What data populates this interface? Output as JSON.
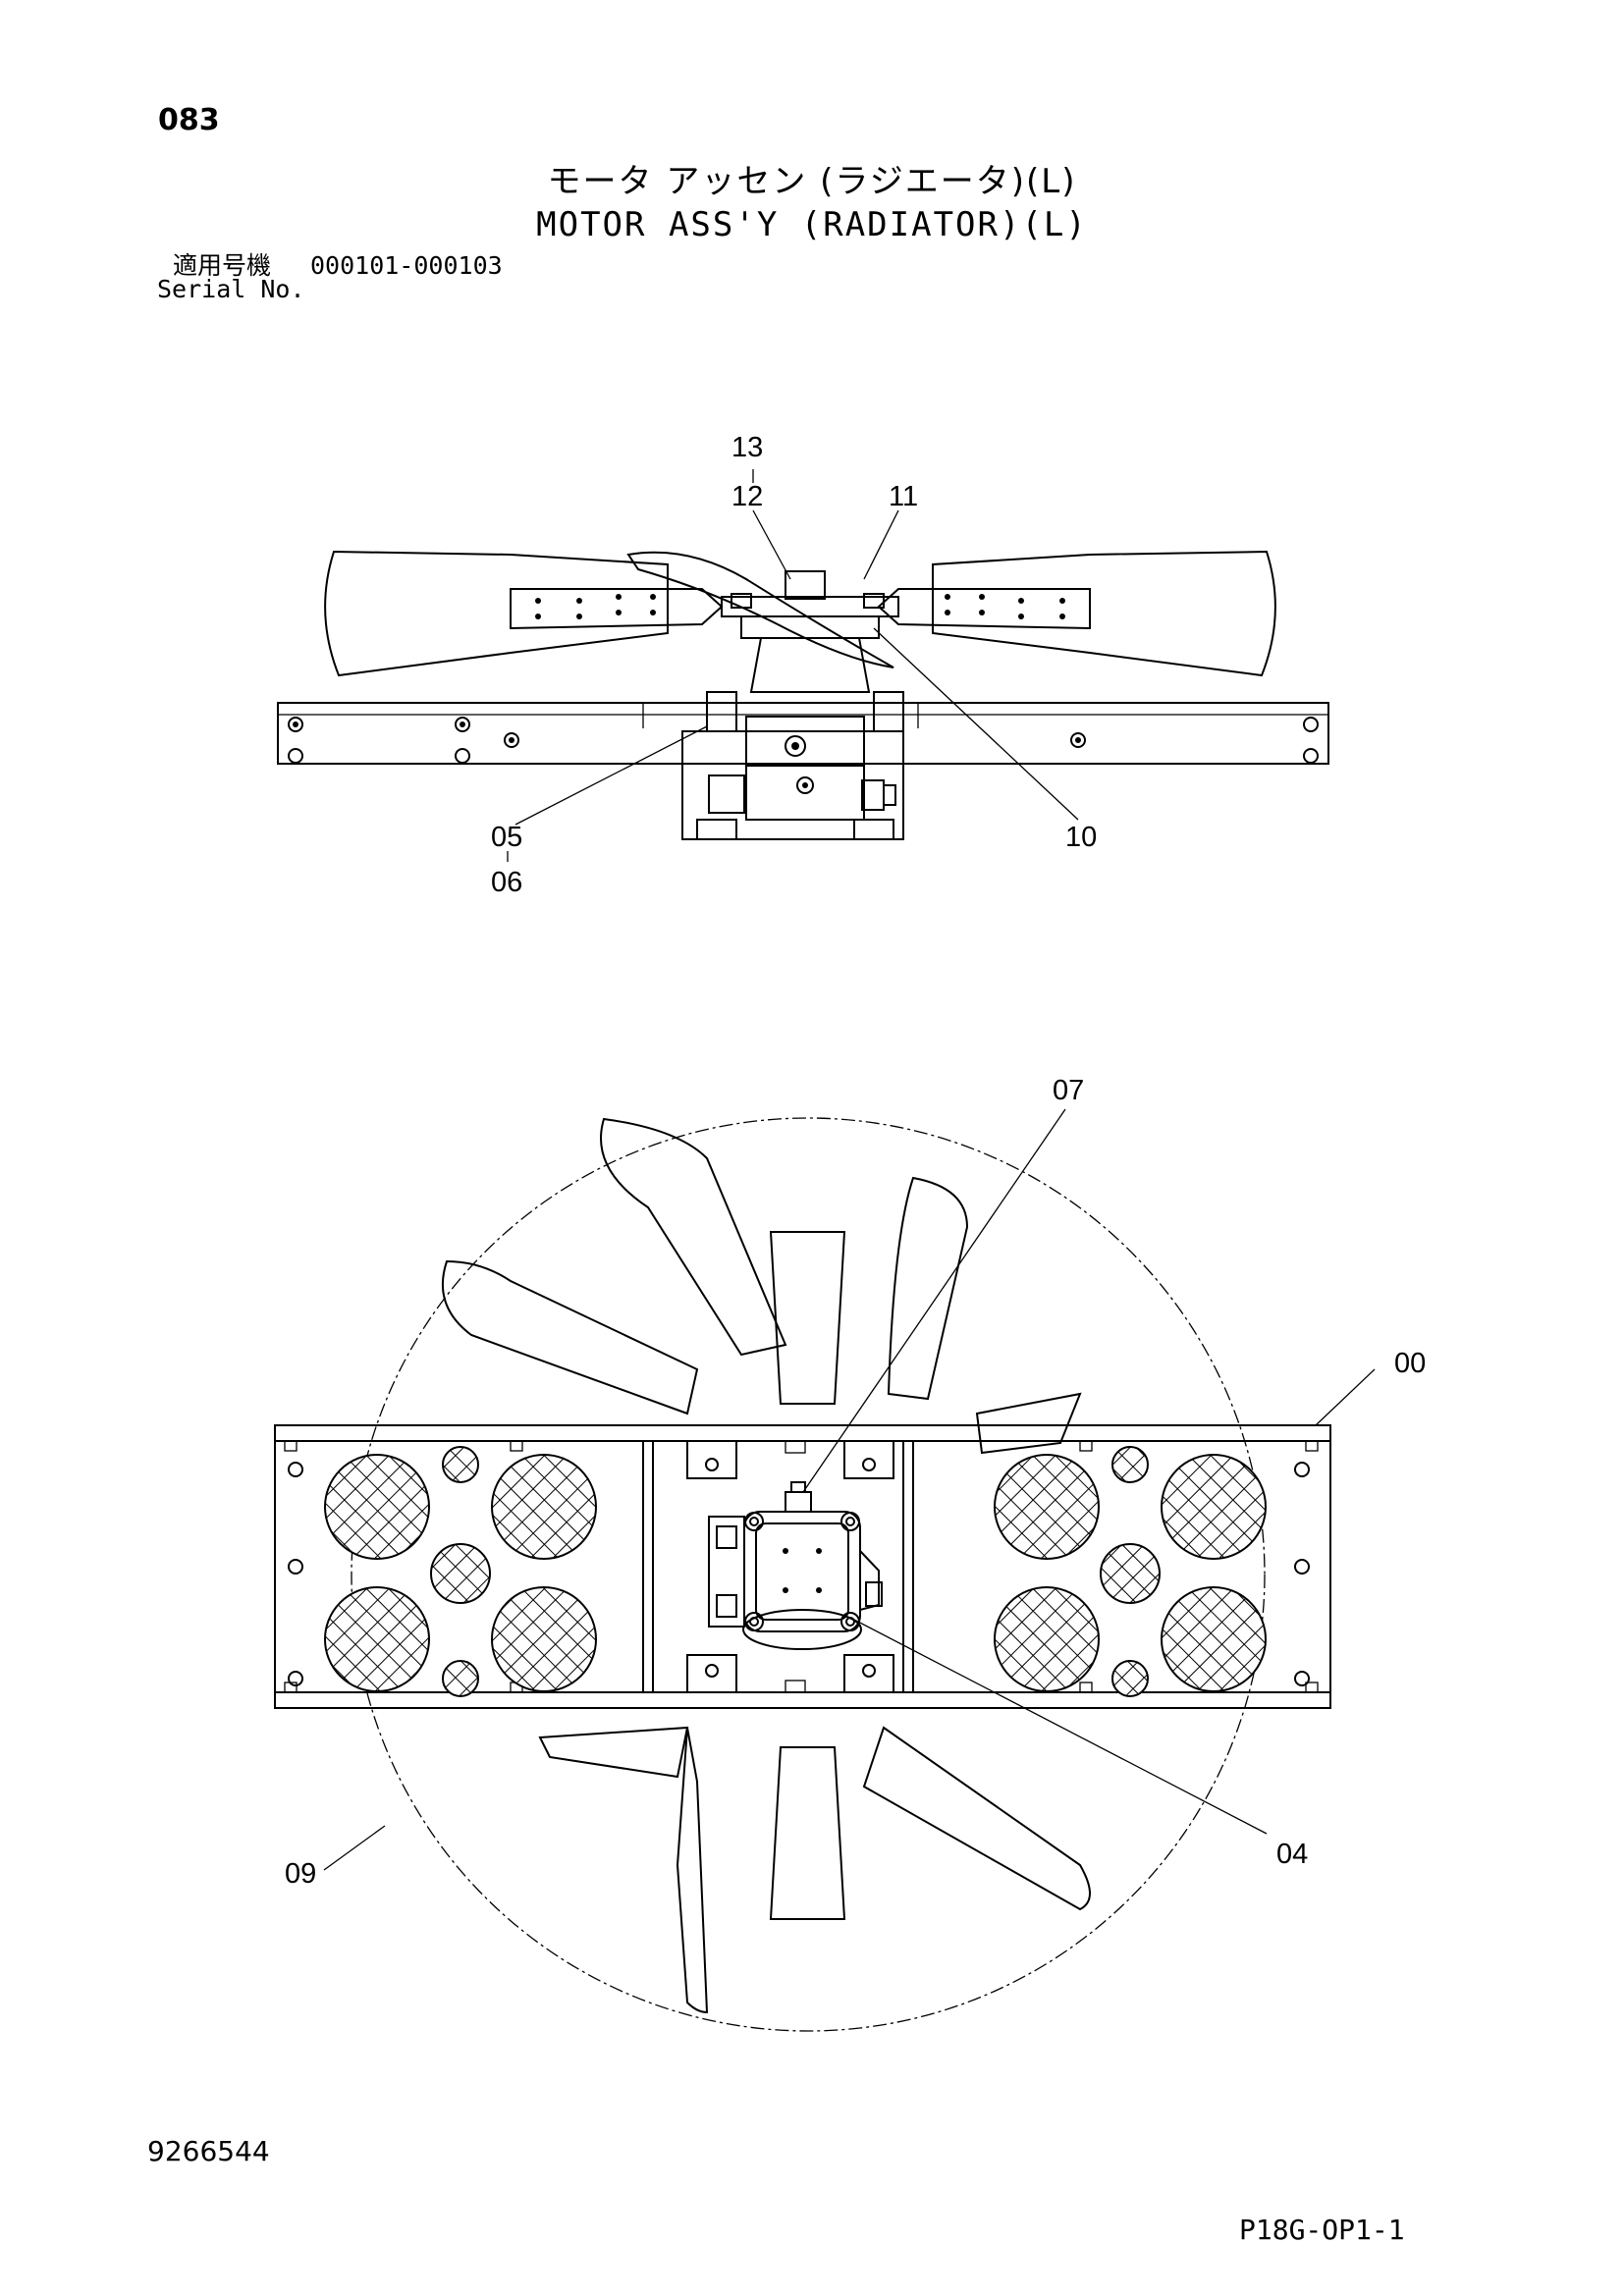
{
  "header": {
    "page_no": "083",
    "title_jp": "モータ アッセン (ラジエータ)(L)",
    "title_en": "MOTOR ASS'Y (RADIATOR)(L)",
    "serial_label_jp": "適用号機",
    "serial_label_en": "Serial No.",
    "serial_range": "000101-000103"
  },
  "callouts": {
    "c13": "13",
    "c12": "12",
    "c11": "11",
    "c05": "05",
    "c06": "06",
    "c10": "10",
    "c07": "07",
    "c00": "00",
    "c09": "09",
    "c04": "04"
  },
  "footer": {
    "doc_number": "9266544",
    "sheet_code": "P18G-OP1-1"
  }
}
